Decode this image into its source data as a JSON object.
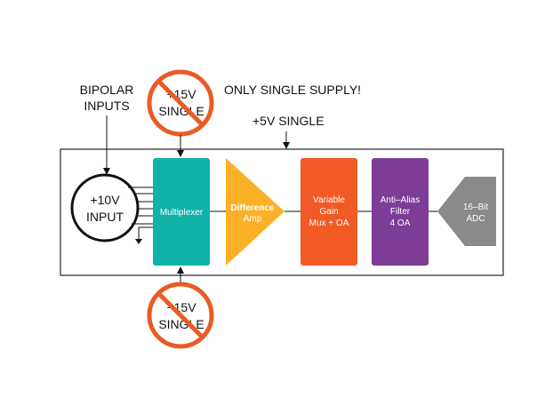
{
  "labels": {
    "bipolar_line1": "BIPOLAR",
    "bipolar_line2": "INPUTS",
    "only_single": "ONLY SINGLE SUPPLY!",
    "plus5v": "+5V SINGLE"
  },
  "no_plus15": {
    "line1": "+15V",
    "line2": "SINGLE"
  },
  "no_minus15": {
    "line1": "−15V",
    "line2": "SINGLE"
  },
  "input_circle": {
    "line1": "+10V",
    "line2": "INPUT"
  },
  "blocks": {
    "multiplexer": {
      "label": "Multiplexer",
      "color": "#0fb2a8"
    },
    "difference_amp": {
      "line1": "Difference",
      "line2": "Amp",
      "color": "#fbb127"
    },
    "variable_gain": {
      "line1": "Variable",
      "line2": "Gain",
      "line3": "Mux + OA",
      "color": "#f15a24"
    },
    "anti_alias": {
      "line1": "Anti–Alias",
      "line2": "Filter",
      "line3": "4 OA",
      "color": "#7d3c98"
    },
    "adc": {
      "line1": "16–Bit",
      "line2": "ADC",
      "color": "#8a8a8a"
    }
  },
  "prohibited_color": "#ea5b26",
  "icons": [
    "no-entry-icon",
    "ground-arrow-icon"
  ]
}
